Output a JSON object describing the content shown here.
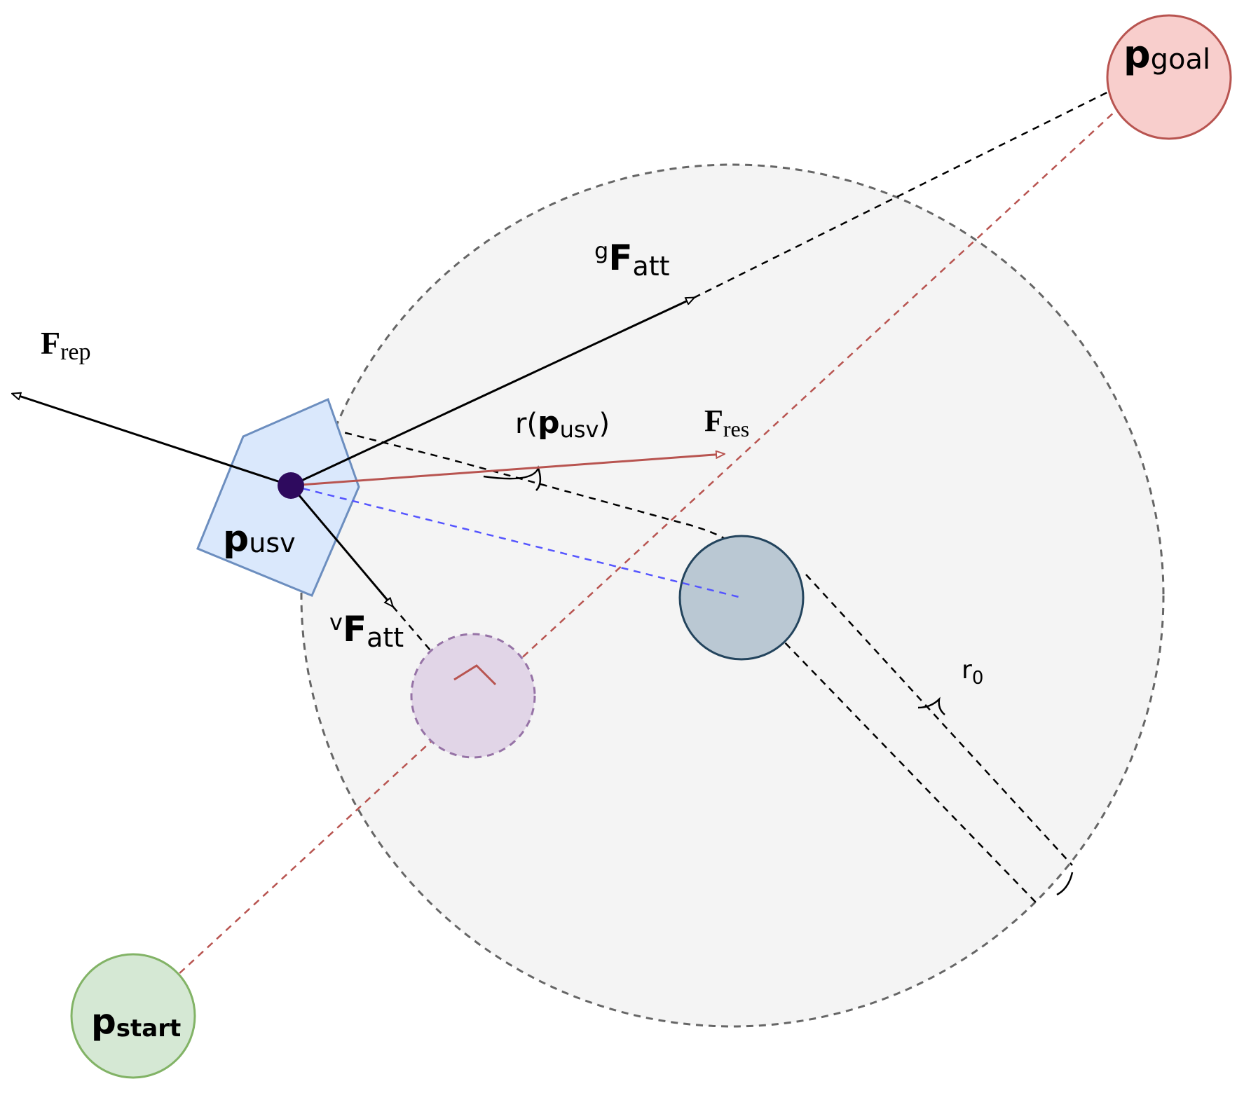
{
  "labels": {
    "goal": {
      "main": "p",
      "sub": "goal"
    },
    "start": {
      "main": "p",
      "sub": "start"
    },
    "usv": {
      "main": "p",
      "sub": "usv"
    },
    "f_rep": {
      "main": "F",
      "sub": "rep"
    },
    "f_res": {
      "main": "F",
      "sub": "res"
    },
    "g_f_att": {
      "sup": "g",
      "main": "F",
      "sub": "att"
    },
    "v_f_att": {
      "sup": "v",
      "main": "F",
      "sub": "att"
    },
    "r_p_usv": {
      "open": "r(",
      "main": "p",
      "sub": "usv",
      "close": ")"
    },
    "r0": {
      "main": "r",
      "sub": "0"
    }
  },
  "colors": {
    "goal_fill": "#f8cecc",
    "goal_stroke": "#b85450",
    "start_fill": "#d5e8d4",
    "start_stroke": "#82b366",
    "usv_fill": "#dae8fc",
    "usv_stroke": "#6c8ebf",
    "usv_dot": "#2e0a5e",
    "range_fill": "#f4f4f4",
    "range_stroke": "#666666",
    "obstacle_fill": "#bac8d3",
    "obstacle_stroke": "#23445d",
    "virtual_fill": "#e1d5e7",
    "virtual_stroke": "#9673a6",
    "resultant": "#b85450",
    "blue_dash": "#5555ff"
  }
}
